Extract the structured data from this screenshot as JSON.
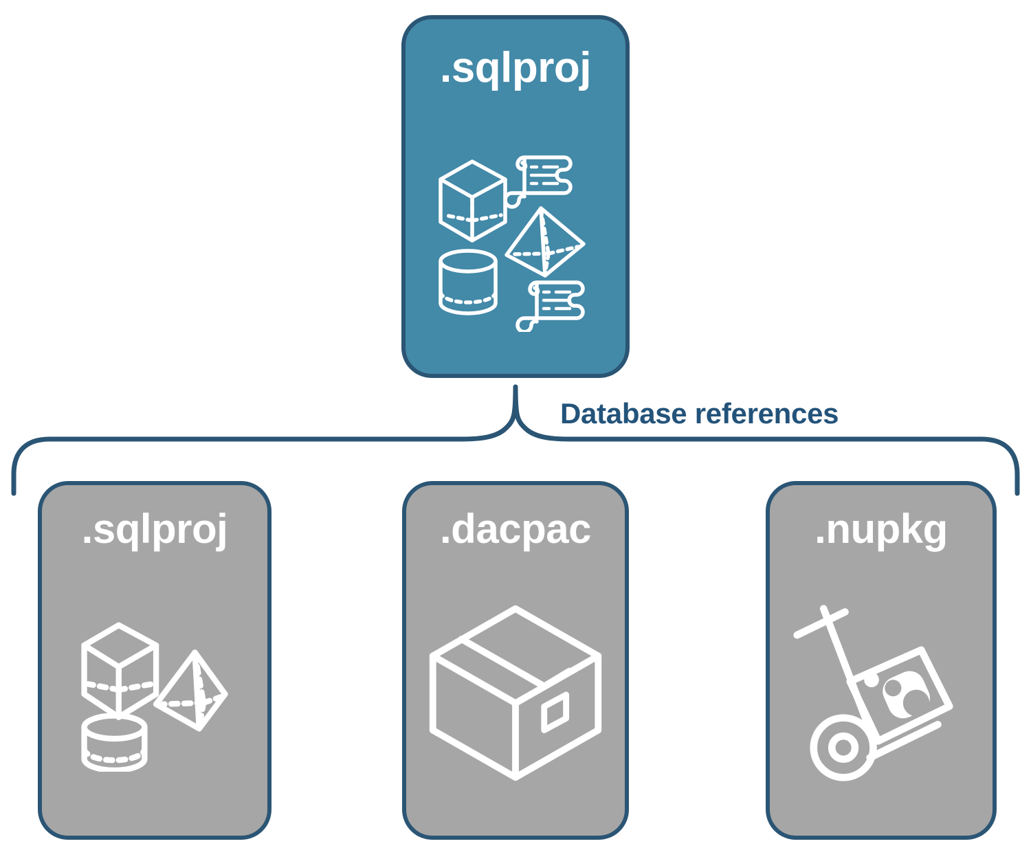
{
  "diagram": {
    "title": "Database references",
    "colors": {
      "primary_fill": "#4389a8",
      "secondary_fill": "#a6a6a6",
      "stroke": "#2b5574",
      "label_text": "#23537a",
      "node_text": "#ffffff",
      "background": "#ffffff"
    },
    "root": {
      "label": ".sqlproj",
      "icons": [
        "cube-wireframe-icon",
        "pyramid-wireframe-icon",
        "cylinder-wireframe-icon",
        "scroll-script-icon",
        "scroll-script-icon"
      ]
    },
    "connector": {
      "type": "curly-brace",
      "label": "Database references"
    },
    "references": [
      {
        "label": ".sqlproj",
        "icons": [
          "cube-wireframe-icon",
          "pyramid-wireframe-icon",
          "cylinder-wireframe-icon"
        ]
      },
      {
        "label": ".dacpac",
        "icons": [
          "shipping-box-icon"
        ]
      },
      {
        "label": ".nupkg",
        "icons": [
          "hand-truck-package-icon"
        ]
      }
    ]
  }
}
